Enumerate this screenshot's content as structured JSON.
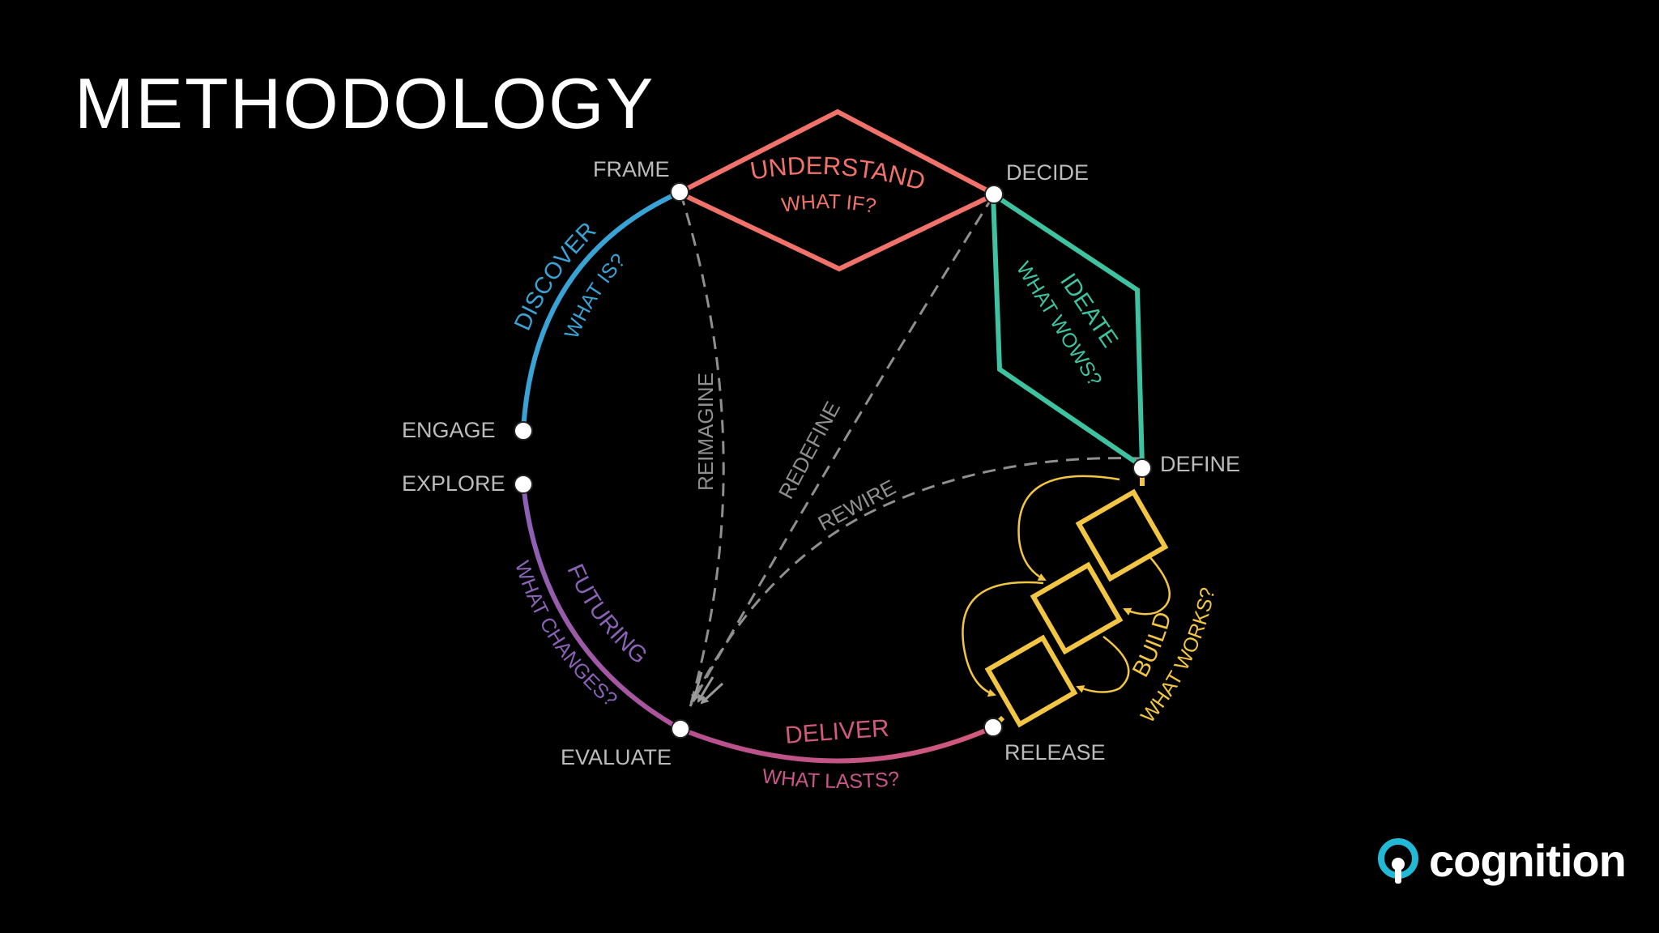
{
  "title": "METHODOLOGY",
  "logo": {
    "text": "cognition",
    "icon": "cognition-logo-icon"
  },
  "colors": {
    "discover": "#3aa3d6",
    "understand": "#f0726a",
    "ideate": "#3fc2a0",
    "build": "#f2c544",
    "deliver": "#c9568a",
    "futuring": "#8a62b6",
    "node": "#ffffff",
    "dashed": "#8a8a8a",
    "node_label": "#bcbcbc"
  },
  "nodes": {
    "frame": "FRAME",
    "decide": "DECIDE",
    "define": "DEFINE",
    "release": "RELEASE",
    "evaluate": "EVALUATE",
    "explore": "EXPLORE",
    "engage": "ENGAGE"
  },
  "phases": {
    "discover": {
      "name": "DISCOVER",
      "question": "WHAT IS?"
    },
    "understand": {
      "name": "UNDERSTAND",
      "question": "WHAT IF?"
    },
    "ideate": {
      "name": "IDEATE",
      "question": "WHAT WOWS?"
    },
    "build": {
      "name": "BUILD",
      "question": "WHAT WORKS?"
    },
    "deliver": {
      "name": "DELIVER",
      "question": "WHAT LASTS?"
    },
    "futuring": {
      "name": "FUTURING",
      "question": "WHAT CHANGES?"
    }
  },
  "paths": {
    "reimagine": "REIMAGINE",
    "redefine": "REDEFINE",
    "rewire": "REWIRE"
  }
}
